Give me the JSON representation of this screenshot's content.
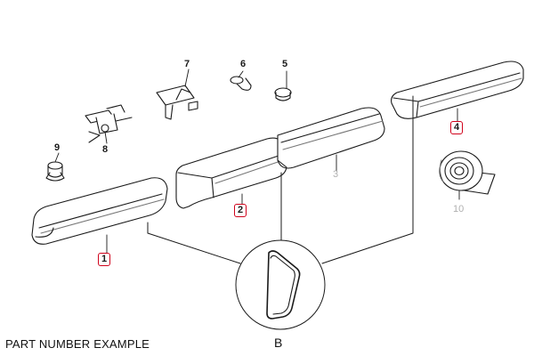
{
  "diagram": {
    "caption": "PART NUMBER EXAMPLE",
    "detail_label": "B",
    "accent_color": "#d0021b",
    "callouts": [
      {
        "id": "1",
        "label": "1",
        "highlighted": true
      },
      {
        "id": "2",
        "label": "2",
        "highlighted": true
      },
      {
        "id": "3",
        "label": "3",
        "highlighted": false,
        "muted": true
      },
      {
        "id": "4",
        "label": "4",
        "highlighted": true
      },
      {
        "id": "5",
        "label": "5",
        "highlighted": false
      },
      {
        "id": "6",
        "label": "6",
        "highlighted": false
      },
      {
        "id": "7",
        "label": "7",
        "highlighted": false
      },
      {
        "id": "8",
        "label": "8",
        "highlighted": false
      },
      {
        "id": "9",
        "label": "9",
        "highlighted": false
      },
      {
        "id": "10",
        "label": "10",
        "highlighted": false,
        "muted": true
      }
    ]
  }
}
